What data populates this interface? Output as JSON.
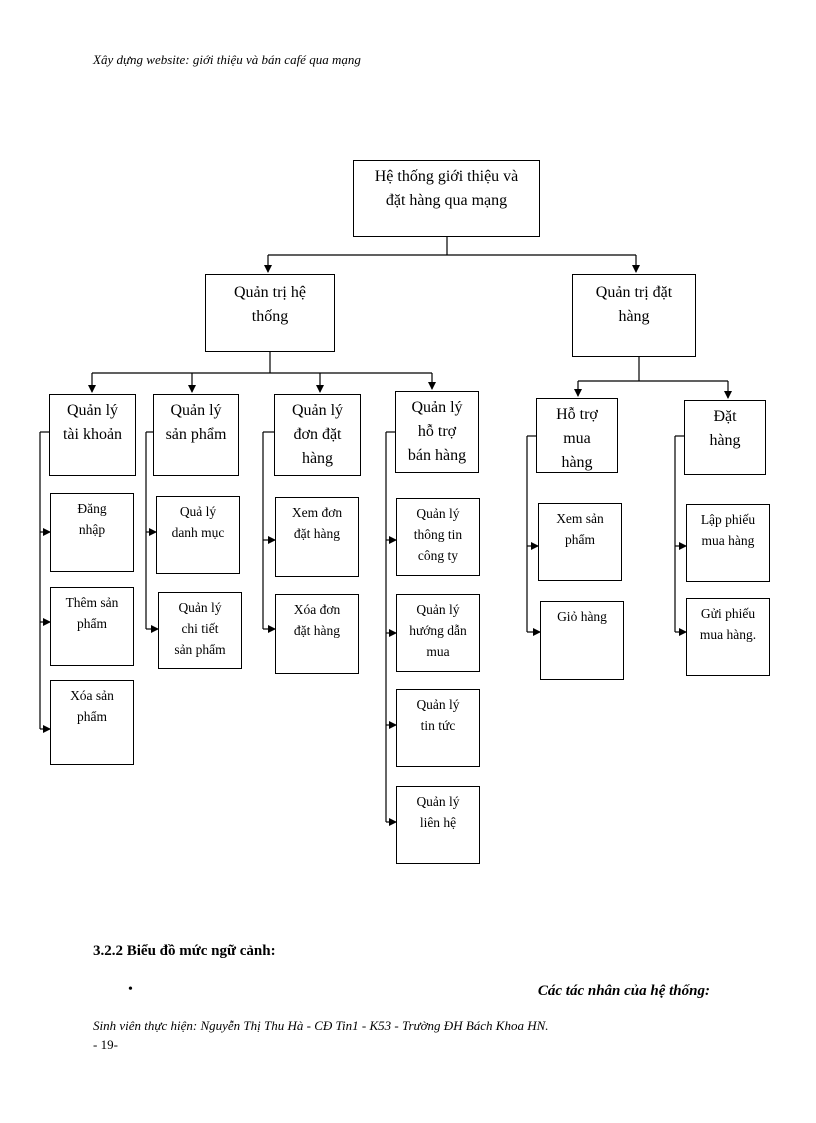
{
  "header": {
    "title": "Xây dựng website: giới thiệu và bán café qua mạng"
  },
  "diagram": {
    "root": "Hệ thống giới thiệu và\nđặt hàng qua mạng",
    "admin": {
      "label": "Quản trị hệ\nthống",
      "groups": [
        {
          "label": "Quản lý\ntài khoản",
          "items": [
            "Đăng\nnhập",
            "Thêm sản\nphẩm",
            "Xóa sản\nphẩm"
          ]
        },
        {
          "label": "Quản lý\nsản phẩm",
          "items": [
            "Quả lý\ndanh mục",
            "Quản lý\nchi tiết\nsản phẩm"
          ]
        },
        {
          "label": "Quản lý\nđơn đặt\nhàng",
          "items": [
            "Xem đơn\nđặt hàng",
            "Xóa đơn\nđặt hàng"
          ]
        },
        {
          "label": "Quản lý\nhỗ trợ\nbán hàng",
          "items": [
            "Quản lý\nthông tin\ncông ty",
            "Quản lý\nhướng dẫn\nmua",
            "Quản lý\ntin tức",
            "Quản lý\nliên hệ"
          ]
        }
      ]
    },
    "order": {
      "label": "Quản trị đặt\nhàng",
      "groups": [
        {
          "label": "Hỗ trợ\nmua\nhàng",
          "items": [
            "Xem sản\nphẩm",
            "Giỏ hàng"
          ]
        },
        {
          "label": "Đặt\nhàng",
          "items": [
            "Lập phiếu\nmua hàng",
            "Gửi phiếu\nmua hàng."
          ]
        }
      ]
    }
  },
  "section": {
    "heading": "3.2.2  Biểu đồ mức ngữ cảnh:"
  },
  "bullet": {
    "marker": "•",
    "text": "Các tác nhân của hệ thống:"
  },
  "footer": {
    "text": "Sinh viên thực hiện: Nguyễn Thị Thu Hà - CĐ Tin1 - K53 - Trường ĐH Bách Khoa HN.",
    "page": "- 19-"
  }
}
